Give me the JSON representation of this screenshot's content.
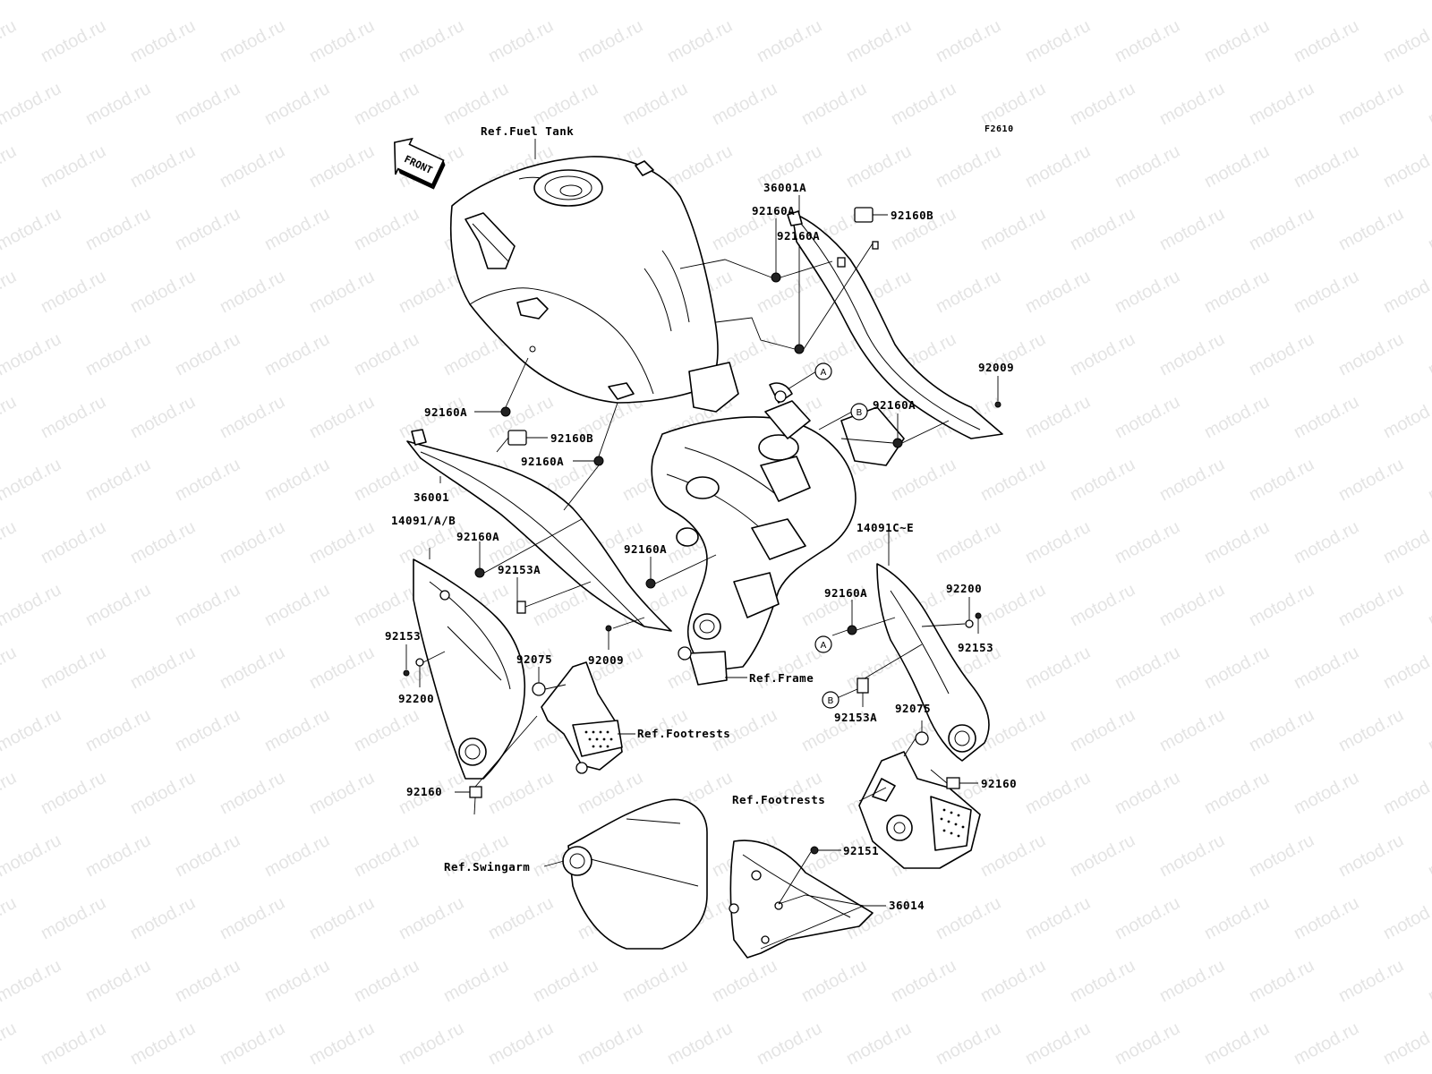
{
  "figure_id": "F2610",
  "front_arrow": "FRONT",
  "watermark_text": "motod.ru",
  "callouts": {
    "ref_fuel_tank": "Ref.Fuel Tank",
    "ref_frame": "Ref.Frame",
    "ref_footrests_left": "Ref.Footrests",
    "ref_footrests_right": "Ref.Footrests",
    "ref_swingarm": "Ref.Swingarm",
    "p36001A": "36001A",
    "p92160B_top": "92160B",
    "p92160A_1": "92160A",
    "p92160A_2": "92160A",
    "p92009_right": "92009",
    "p92160A_3": "92160A",
    "circle_A_top": "A",
    "circle_B_top": "B",
    "p92160A_left": "92160A",
    "p92160B_left": "92160B",
    "p92160A_left2": "92160A",
    "p36001": "36001",
    "p14091AB": "14091/A/B",
    "p92160A_left3": "92160A",
    "p92153A_left": "92153A",
    "p92160A_center": "92160A",
    "p92153_left": "92153",
    "p92200_left": "92200",
    "p92075_left": "92075",
    "p92009_center": "92009",
    "p92160_left": "92160",
    "p14091CE": "14091C~E",
    "p92200_right": "92200",
    "p92160A_right": "92160A",
    "p92153_right": "92153",
    "circle_A_mid": "A",
    "circle_B_mid": "B",
    "p92153A_right": "92153A",
    "p92075_right": "92075",
    "p92160_right": "92160",
    "p92151": "92151",
    "p36014": "36014"
  }
}
